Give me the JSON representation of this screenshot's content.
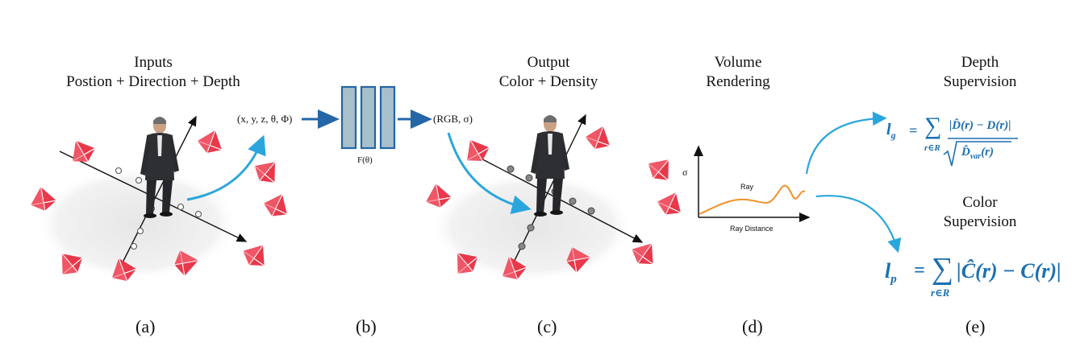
{
  "panel_a": {
    "title_line1": "Inputs",
    "title_line2": "Postion + Direction + Depth",
    "input_tuple": "(x, y, z, θ, Φ)",
    "caption": "(a)"
  },
  "panel_b": {
    "network_label": "F(θ)",
    "caption": "(b)"
  },
  "panel_c": {
    "title_line1": "Output",
    "title_line2": "Color + Density",
    "output_tuple": "(RGB, σ)",
    "caption": "(c)"
  },
  "panel_d": {
    "title_line1": "Volume",
    "title_line2": "Rendering",
    "y_axis_label": "σ",
    "curve_label": "Ray",
    "x_axis_label": "Ray Distance",
    "caption": "(d)"
  },
  "panel_e": {
    "depth_title_line1": "Depth",
    "depth_title_line2": "Supervision",
    "depth_loss_lhs": "l",
    "depth_loss_lhs_sub": "g",
    "depth_loss_sum_sub": "r∈R",
    "depth_loss_numerator": "|D̂(r) − D(r)|",
    "depth_loss_denominator": "D̂",
    "depth_loss_denominator_sub": "var",
    "depth_loss_denominator_arg": "(r)",
    "color_title_line1": "Color",
    "color_title_line2": "Supervision",
    "color_loss_lhs": "l",
    "color_loss_lhs_sub": "p",
    "color_loss_sum_sub": "r∈R",
    "color_loss_body": "|Ĉ(r) − C(r)|",
    "caption": "(e)"
  },
  "colors": {
    "accent_blue": "#2aa6dc",
    "network_fill": "#a8bfcc",
    "network_stroke": "#2466a8",
    "camera_red": "#e8384a",
    "ray_curve": "#f0912a",
    "equation_blue": "#1b6fb0"
  }
}
